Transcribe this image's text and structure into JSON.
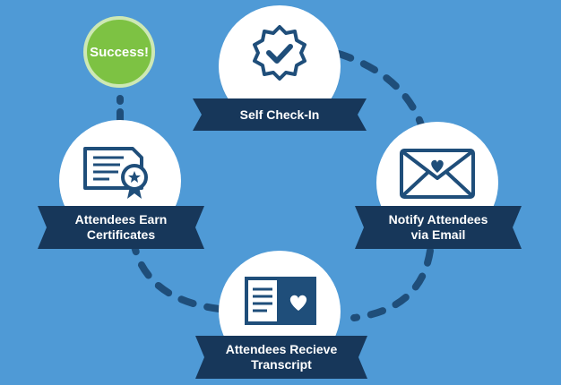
{
  "colors": {
    "background": "#4f9ad6",
    "banner": "#17375a",
    "icon": "#1f4e7a",
    "success": "#7dc243",
    "connector": "#1f4e7a"
  },
  "success": {
    "label": "Success!"
  },
  "steps": [
    {
      "label": "Self Check-In",
      "icon": "badge-check-icon"
    },
    {
      "label": "Notify Attendees\nvia Email",
      "icon": "envelope-heart-icon"
    },
    {
      "label": "Attendees Recieve\nTranscript",
      "icon": "book-heart-icon"
    },
    {
      "label": "Attendees Earn\nCertificates",
      "icon": "certificate-ribbon-icon"
    }
  ]
}
